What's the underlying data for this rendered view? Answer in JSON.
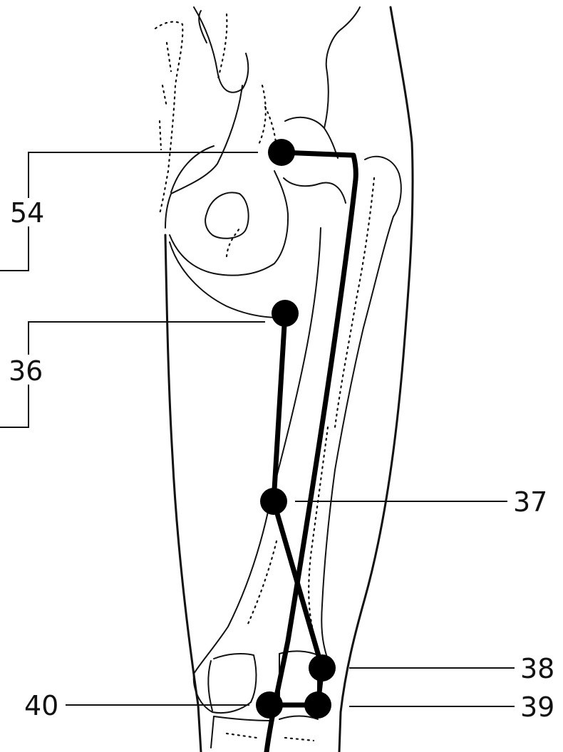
{
  "diagram": {
    "labels": {
      "p54": "54",
      "p36": "36",
      "p37": "37",
      "p38": "38",
      "p39": "39",
      "p40": "40"
    }
  }
}
